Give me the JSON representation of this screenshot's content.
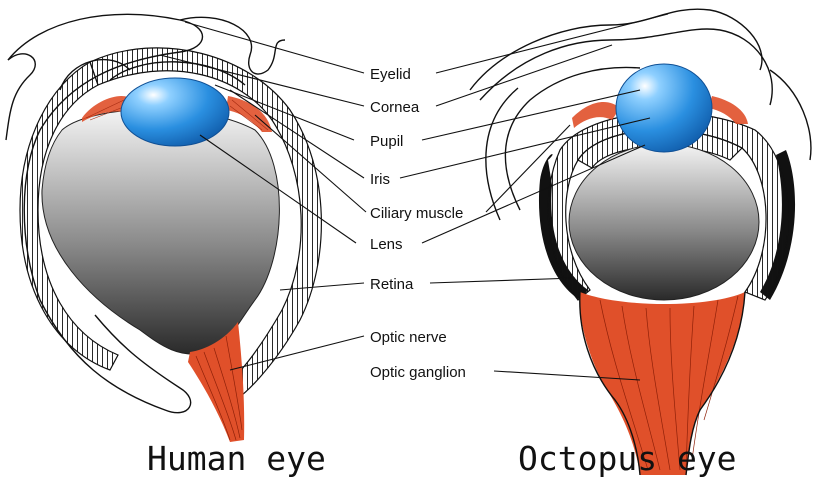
{
  "labels": {
    "eyelid": "Eyelid",
    "cornea": "Cornea",
    "pupil": "Pupil",
    "iris": "Iris",
    "ciliary_muscle": "Ciliary muscle",
    "lens": "Lens",
    "retina": "Retina",
    "optic_nerve": "Optic nerve",
    "optic_ganglion": "Optic ganglion"
  },
  "titles": {
    "human": "Human eye",
    "octopus": "Octopus eye"
  },
  "colors": {
    "lens_blue": "#2a8fe0",
    "muscle_orange": "#e0502a",
    "eyeball_gray": "#7d7d7d",
    "line": "#111111"
  }
}
